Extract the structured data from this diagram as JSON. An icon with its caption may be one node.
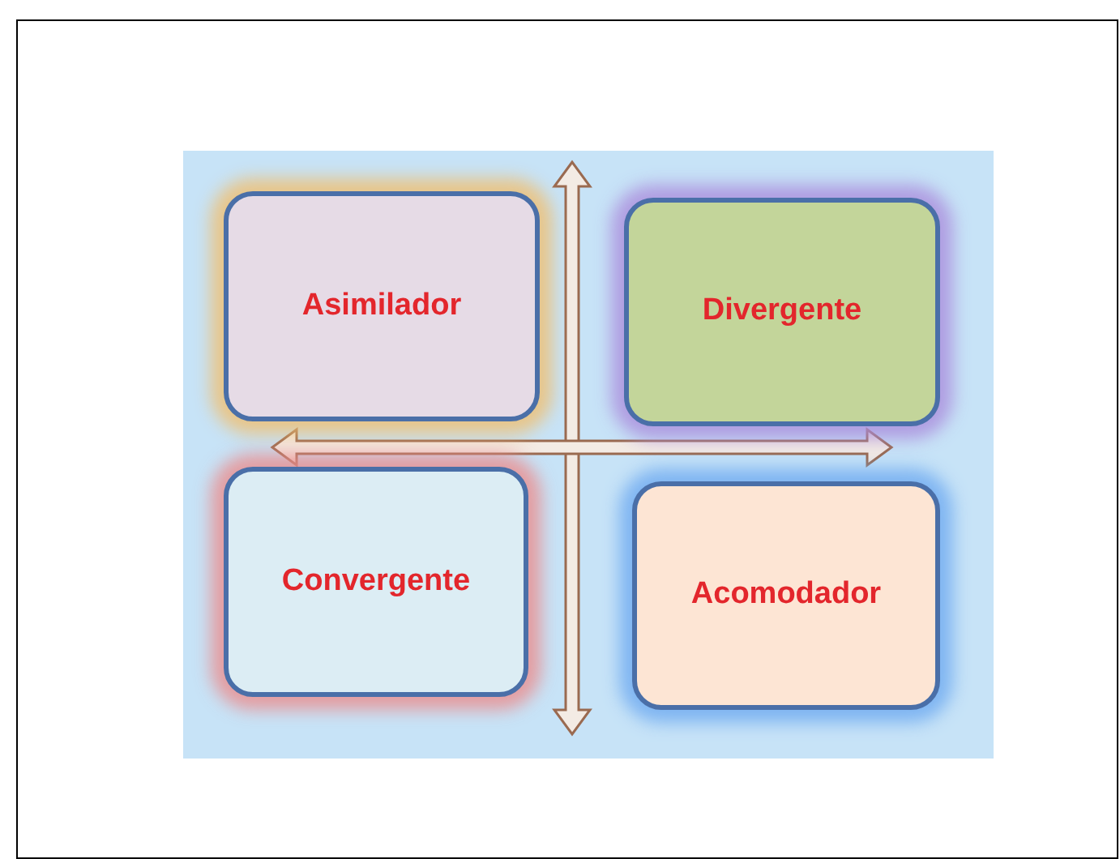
{
  "diagram": {
    "nodes": [
      {
        "text": [
          "Asimilador"
        ]
      },
      {
        "text": [
          "Divergente"
        ]
      },
      {
        "text": [
          "Convergente"
        ]
      },
      {
        "text": [
          "Acomodador"
        ]
      }
    ]
  }
}
